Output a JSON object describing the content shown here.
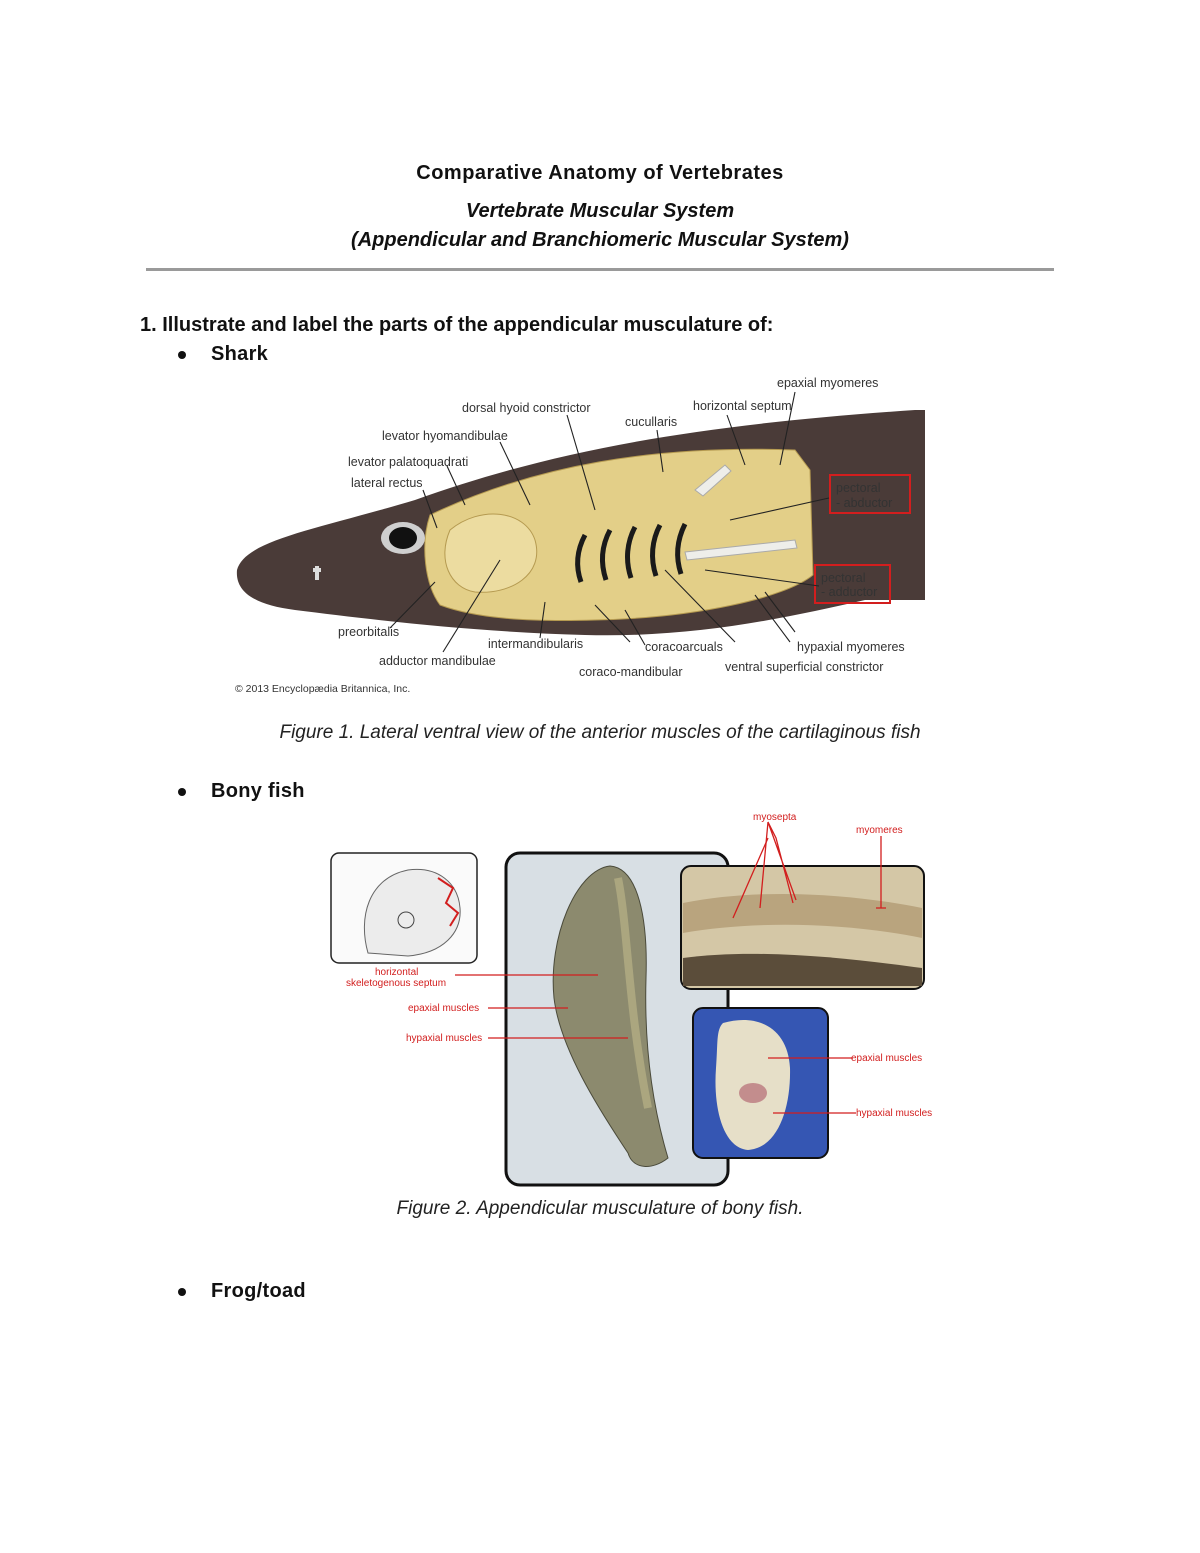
{
  "header": {
    "title": "Comparative Anatomy of Vertebrates",
    "subtitle1": "Vertebrate Muscular System",
    "subtitle2": "(Appendicular and Branchiomeric Muscular System)"
  },
  "question": "1. Illustrate and label the parts of the appendicular musculature of:",
  "bullets": {
    "shark": "Shark",
    "bony_fish": "Bony fish",
    "frog": "Frog/toad"
  },
  "figure1": {
    "caption": "Figure 1. Lateral ventral view of the anterior muscles of the cartilaginous fish",
    "copyright": "© 2013 Encyclopædia Britannica, Inc.",
    "labels": {
      "epaxial": "epaxial myomeres",
      "horizontal_septum": "horizontal septum",
      "dorsal_hyoid": "dorsal hyoid constrictor",
      "cucullaris": "cucullaris",
      "levator_hyomandibulae": "levator hyomandibulae",
      "levator_palatoquadrati": "levator palatoquadrati",
      "lateral_rectus": "lateral rectus",
      "pectoral_abductor_1": "pectoral",
      "pectoral_abductor_2": "- abductor",
      "pectoral_adductor_1": "pectoral",
      "pectoral_adductor_2": "- adductor",
      "preorbitalis": "preorbitalis",
      "intermandibularis": "intermandibularis",
      "coracoarcuals": "coracoarcuals",
      "hypaxial": "hypaxial myomeres",
      "adductor_mandibulae": "adductor mandibulae",
      "coraco_mandibular": "coraco-mandibular",
      "ventral_superficial": "ventral superficial constrictor"
    }
  },
  "figure2": {
    "caption": "Figure 2. Appendicular musculature of bony fish.",
    "labels": {
      "myosepta": "myosepta",
      "myomeres": "myomeres",
      "horizontal_1": "horizontal",
      "horizontal_2": "skeletogenous septum",
      "epaxial_left": "epaxial muscles",
      "hypaxial_left": "hypaxial muscles",
      "epaxial_right": "epaxial muscles",
      "hypaxial_right": "hypaxial muscles"
    }
  },
  "colors": {
    "rule": "#9a9a9a",
    "annotation_red": "#d21e1e",
    "shark_skin": "#4a3b38",
    "muscle": "#e3cf88"
  }
}
